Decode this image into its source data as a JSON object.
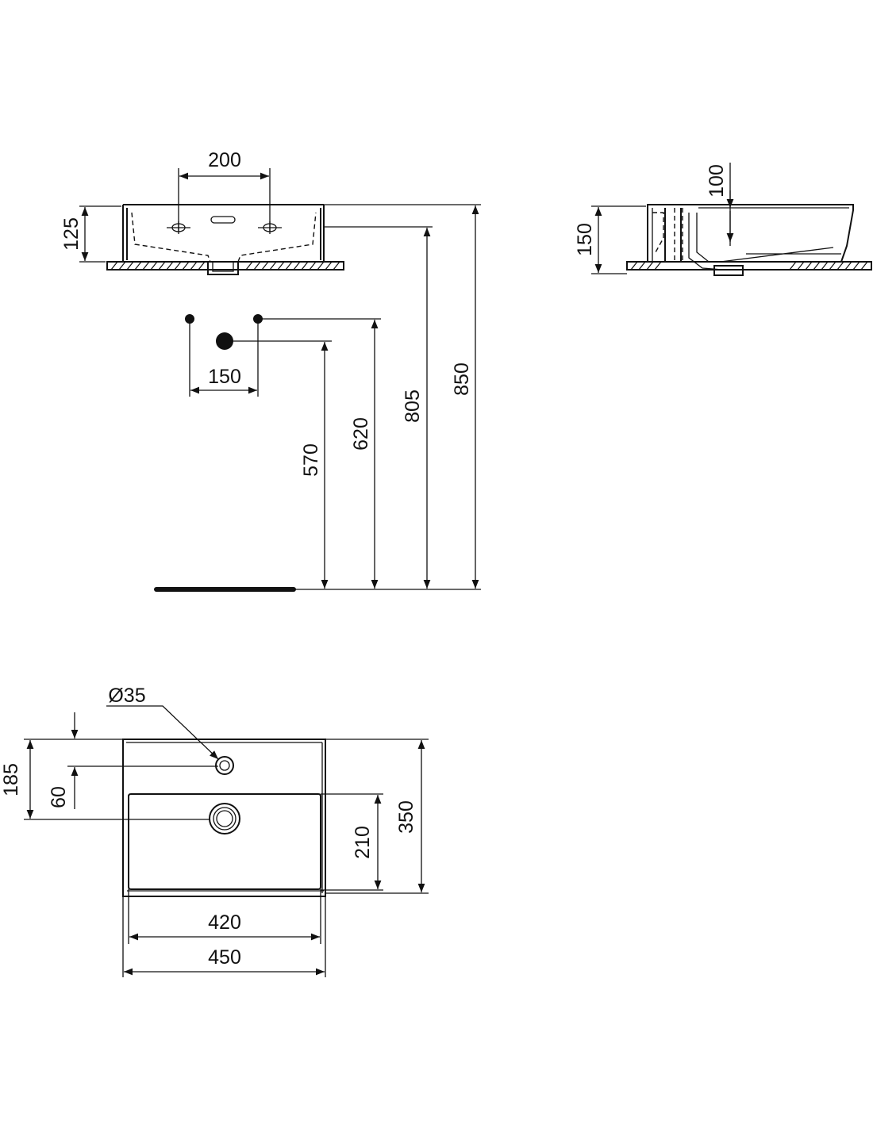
{
  "drawing": {
    "front_view": {
      "tap_hole_spacing": "200",
      "basin_height": "125",
      "tap_spacing": "150",
      "outlet_height": "570",
      "tap_height": "620",
      "basin_top_height": "805",
      "total_height": "850"
    },
    "side_view": {
      "basin_height": "150",
      "depth": "100"
    },
    "plan_view": {
      "hole_diameter": "Ø35",
      "hole_offset_back": "185",
      "hole_offset_basin": "60",
      "inner_depth": "210",
      "outer_depth": "350",
      "inner_width": "420",
      "outer_width": "450"
    }
  }
}
